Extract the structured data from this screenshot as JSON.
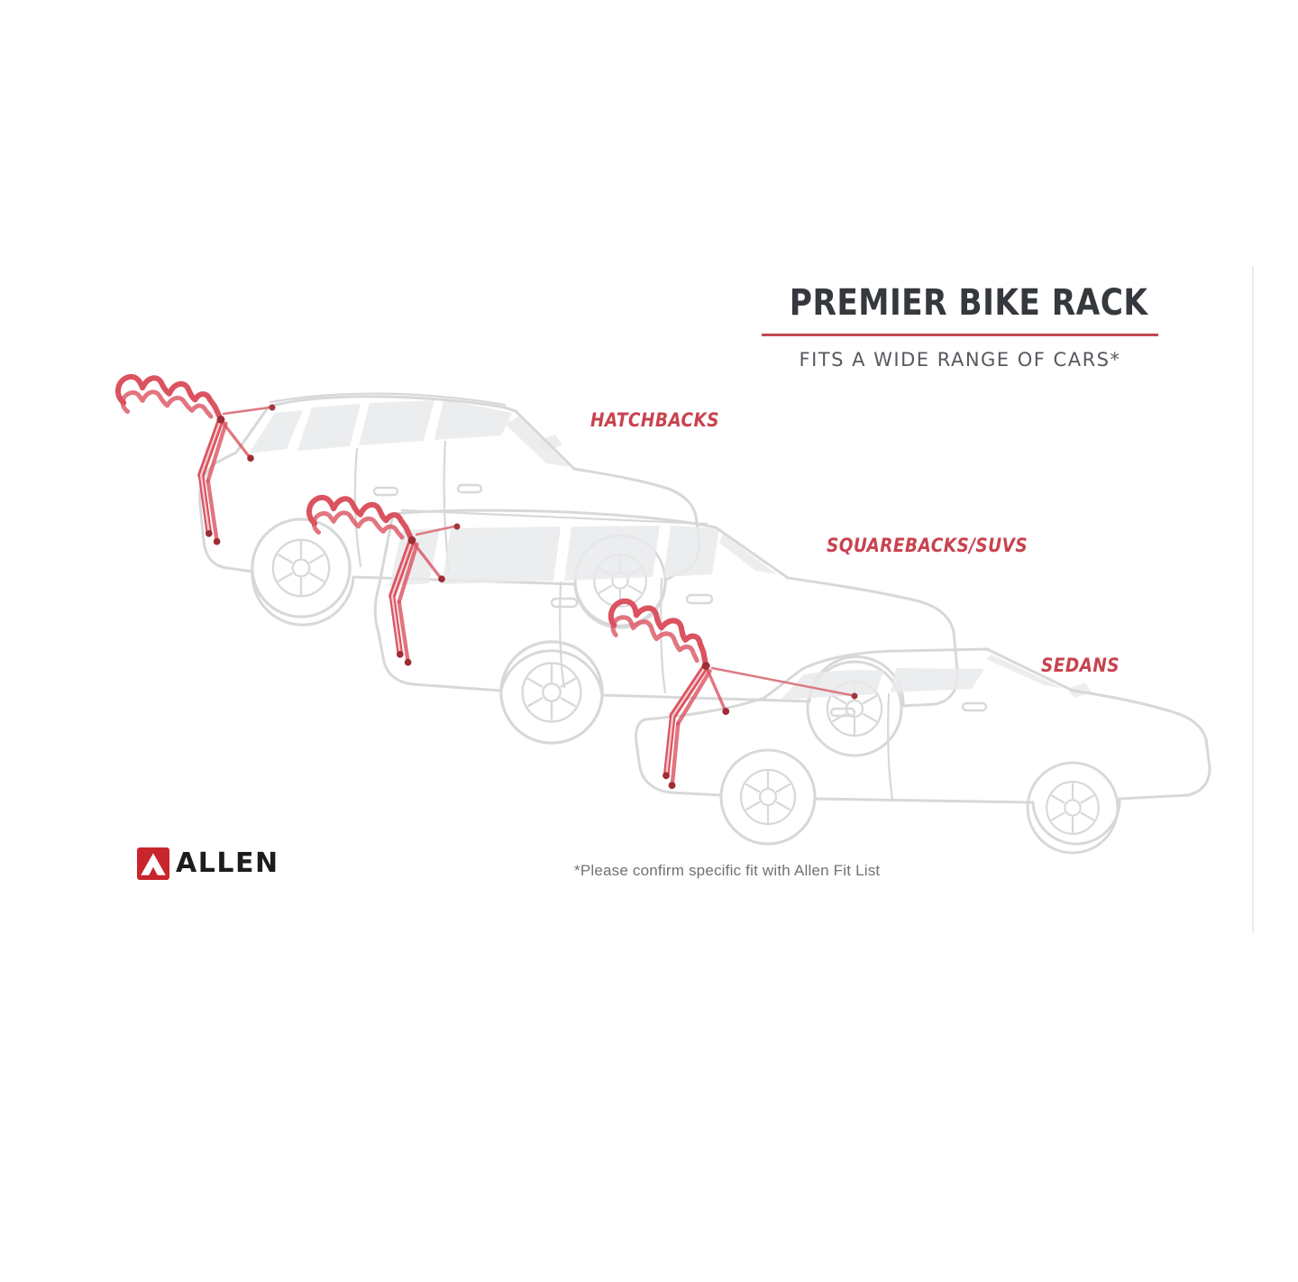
{
  "header": {
    "title": "PREMIER BIKE RACK",
    "subtitle": "FITS A WIDE RANGE OF CARS*"
  },
  "cars": [
    {
      "id": "hatchbacks",
      "label": "HATCHBACKS"
    },
    {
      "id": "squarebacks-suvs",
      "label": "SQUAREBACKS/SUVS"
    },
    {
      "id": "sedans",
      "label": "SEDANS"
    }
  ],
  "footnote": "*Please confirm specific fit with Allen Fit List",
  "brand": {
    "name": "ALLEN",
    "logo_icon": "allen-mountain-triangle"
  },
  "colors": {
    "accent_red": "#c8434f",
    "rack_red": "#db5360",
    "divider_red": "#c24a52",
    "title_dark": "#35383c",
    "subtitle_gray": "#55595e",
    "footnote_gray": "#6e7276",
    "car_gray": "#d7d8d9",
    "window_gray": "#e9eaeb",
    "logo_red": "#c9252c"
  }
}
